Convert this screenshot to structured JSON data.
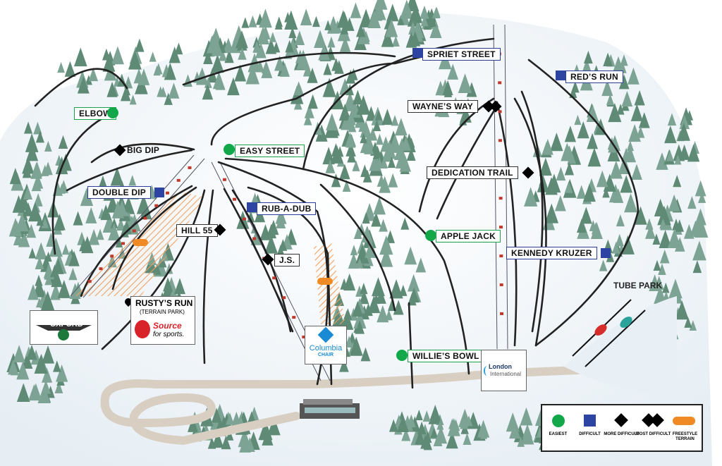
{
  "trails": {
    "elbow": {
      "name": "ELBOW",
      "difficulty": "easiest"
    },
    "big_dip": {
      "name": "BIG DIP",
      "difficulty": "more-difficult"
    },
    "easy_street": {
      "name": "EASY STREET",
      "difficulty": "easiest"
    },
    "double_dip": {
      "name": "DOUBLE DIP",
      "difficulty": "difficult"
    },
    "rub_a_dub": {
      "name": "RUB-A-DUB",
      "difficulty": "difficult"
    },
    "hill_55": {
      "name": "HILL 55",
      "difficulty": "more-difficult"
    },
    "js": {
      "name": "J.S.",
      "difficulty": "more-difficult"
    },
    "spriet_street": {
      "name": "SPRIET STREET",
      "difficulty": "difficult"
    },
    "reds_run": {
      "name": "RED’S RUN",
      "difficulty": "difficult"
    },
    "waynes_way": {
      "name": "WAYNE’S WAY",
      "difficulty": "most-difficult"
    },
    "dedication_trail": {
      "name": "DEDICATION TRAIL",
      "difficulty": "more-difficult"
    },
    "apple_jack": {
      "name": "APPLE JACK",
      "difficulty": "easiest"
    },
    "kennedy_kruzer": {
      "name": "KENNEDY KRUZER",
      "difficulty": "difficult"
    },
    "willies_bowl": {
      "name": "WILLIE’S BOWL",
      "difficulty": "easiest"
    }
  },
  "areas": {
    "tube_park": "TUBE PARK",
    "rustys_run": "RUSTY’S RUN",
    "rustys_run_sub": "(TERRAIN PARK)"
  },
  "sponsors": {
    "oxford": "OXFORD",
    "source_1": "Source",
    "source_2": "for sports.",
    "columbia": "Columbia",
    "columbia_sub": "CHAIR",
    "london_1": "London",
    "london_2": "International"
  },
  "legend": [
    {
      "label": "EASIEST",
      "symbol": "green-circle"
    },
    {
      "label": "DIFFICULT",
      "symbol": "blue-square"
    },
    {
      "label": "MORE DIFFICULT",
      "symbol": "black-diamond"
    },
    {
      "label": "MOST DIFFICULT",
      "symbol": "double-black-diamond"
    },
    {
      "label": "FREESTYLE TERRAIN",
      "symbol": "orange-pill"
    }
  ],
  "colors": {
    "easiest": "#12a84a",
    "difficult": "#2d44a3",
    "diamond": "#000000",
    "freestyle": "#f08a24",
    "tree": "#5e8a76"
  }
}
